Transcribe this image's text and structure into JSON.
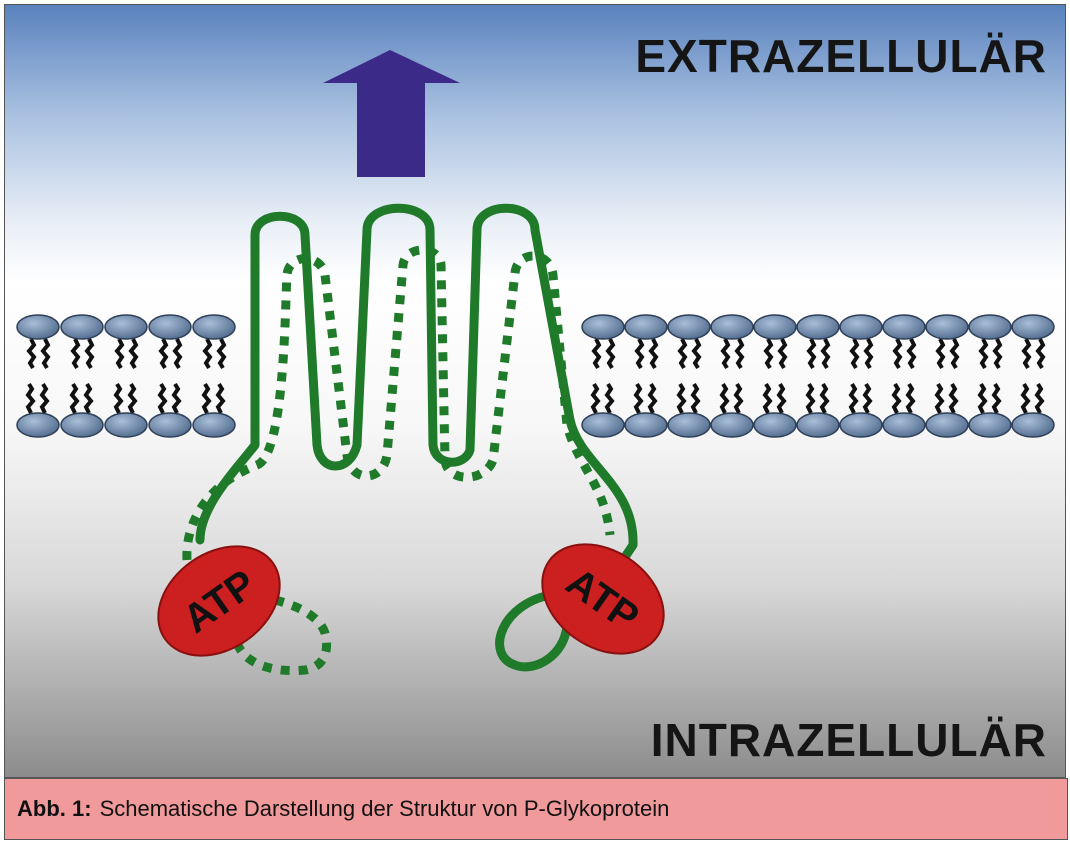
{
  "labels": {
    "extracellular": "EXTRAZELLULÄR",
    "intracellular": "INTRAZELLULÄR"
  },
  "atp": {
    "left": "ATP",
    "right": "ATP"
  },
  "caption": {
    "prefix": "Abb. 1:",
    "text": "Schematische Darstellung der Struktur von P-Glykoprotein"
  },
  "colors": {
    "protein": "#1f7a2a",
    "atp_fill": "#cc1f1f",
    "arrow": "#3b2a87",
    "lipid_head": "#6d86a6",
    "caption_bg": "#f09a9c"
  },
  "icons": {
    "transport_arrow": "up-arrow-icon"
  }
}
